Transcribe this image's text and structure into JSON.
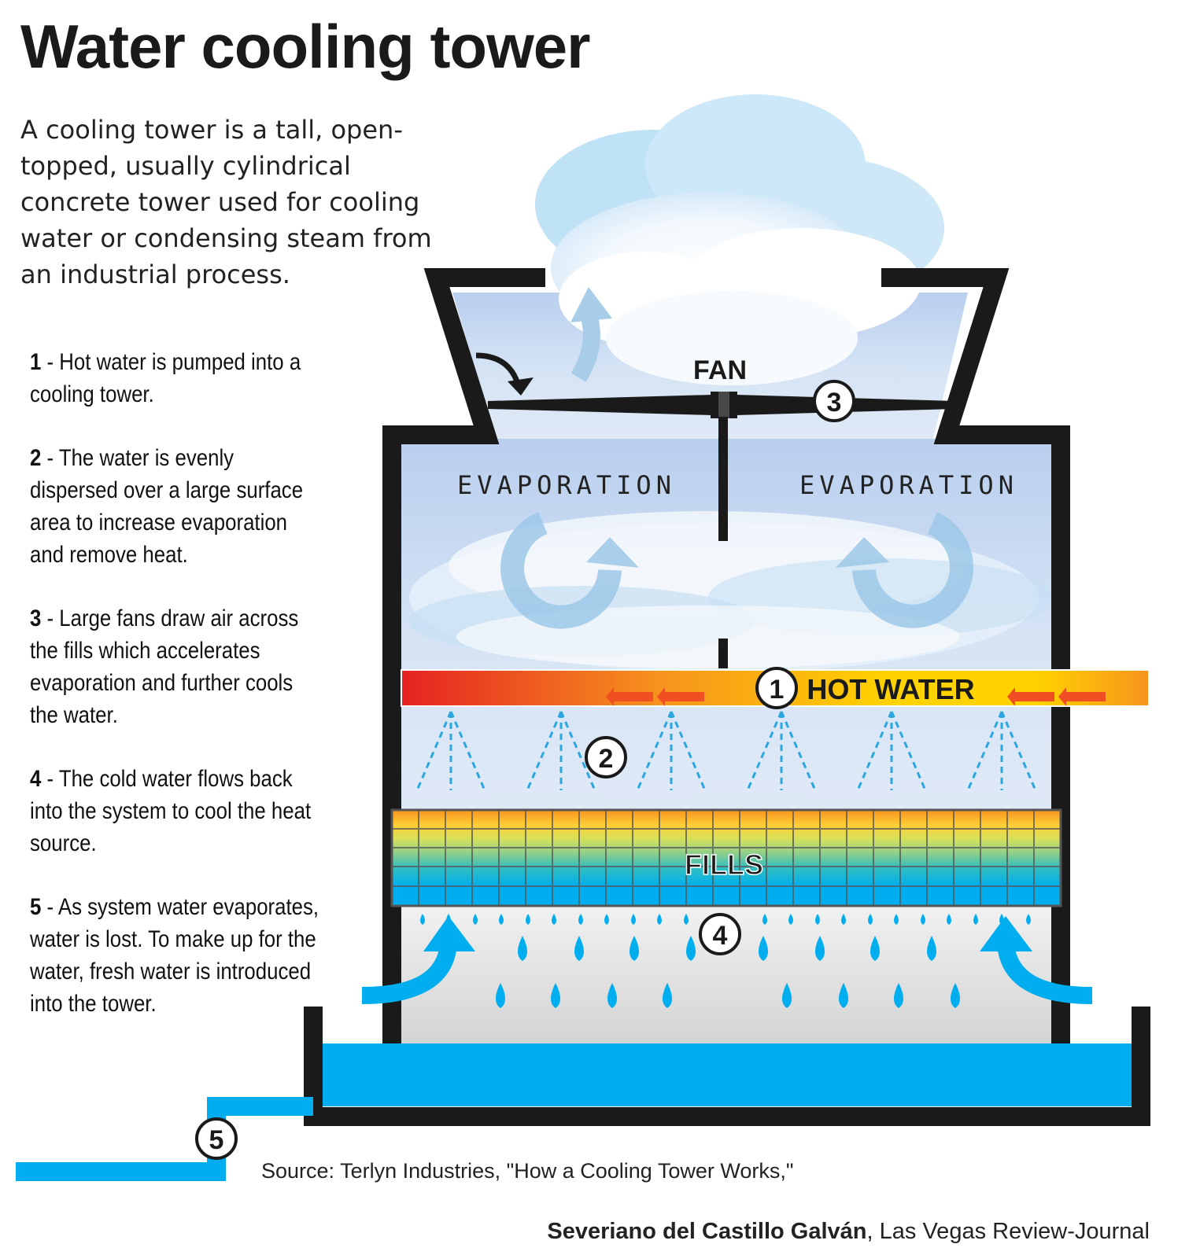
{
  "title": "Water cooling tower",
  "intro": "A cooling tower is a tall, open-topped, usually cylindrical concrete tower used for cooling water or condensing steam from an industrial process.",
  "steps": [
    {
      "num": "1",
      "text": " - Hot water is pumped into a cooling tower."
    },
    {
      "num": "2",
      "text": " - The water is evenly dispersed over a large surface area to increase evaporation and remove heat."
    },
    {
      "num": "3",
      "text": " - Large fans draw air across the fills which accelerates evaporation and further cools the water."
    },
    {
      "num": "4",
      "text": " - The cold water flows back into the system to cool the heat source."
    },
    {
      "num": "5",
      "text": " - As system water evaporates, water is lost. To make up for the water, fresh water is introduced into the tower."
    }
  ],
  "diagram": {
    "fan_label": "FAN",
    "evaporation_left": "EVAPORATION",
    "evaporation_right": "EVAPORATION",
    "hot_water_label": "HOT WATER",
    "fills_label": "FILLS",
    "markers": [
      "1",
      "2",
      "3",
      "4",
      "5"
    ],
    "colors": {
      "hot_red": "#e52222",
      "hot_orange": "#f7941d",
      "hot_yellow": "#ffd200",
      "water_blue": "#00aeef",
      "tower_black": "#1a1a1a",
      "air_blue": "#c9dcf2"
    }
  },
  "source": "Source: Terlyn Industries, \"How a Cooling Tower Works,\"",
  "credit_name": "Severiano del Castillo Galván",
  "credit_org": ", Las Vegas Review-Journal"
}
